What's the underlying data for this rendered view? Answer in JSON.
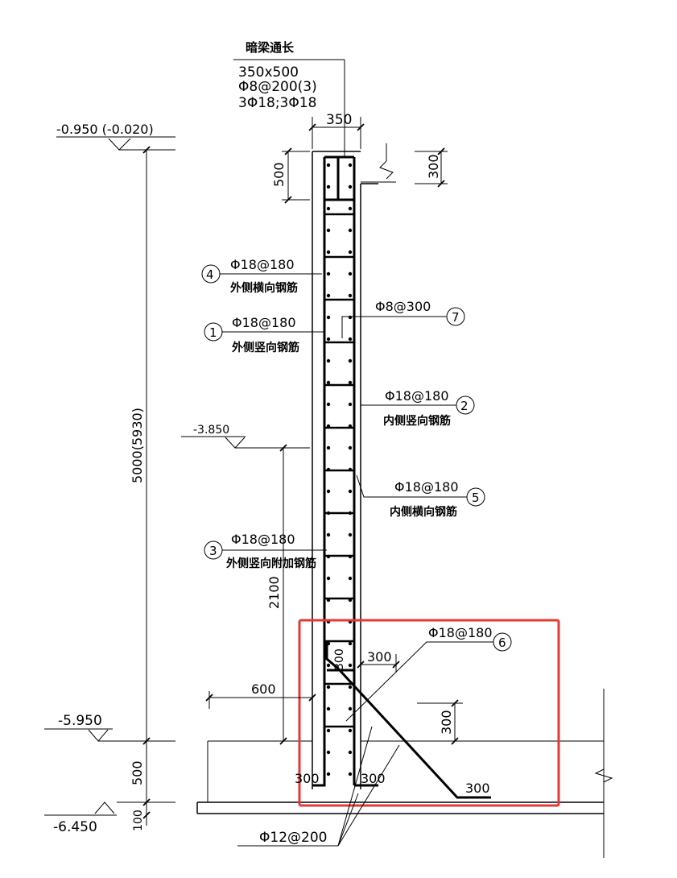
{
  "beam": {
    "title": "暗梁通长",
    "size": "350x500",
    "stirrup": "Φ8@200(3)",
    "bars": "3Φ18;3Φ18"
  },
  "dims": {
    "wall_thickness": "350",
    "beam_depth": "500",
    "slab_thickness": "300",
    "total_height": "5000(5930)",
    "h2100": "2100",
    "h600": "600",
    "base_500": "500",
    "base_100": "100",
    "d300_right": "300",
    "d300_rv": "300",
    "d300_inner": "300",
    "d300_footl": "300",
    "d300_footr": "300",
    "d300_end": "300"
  },
  "levels": {
    "top": "-0.950 (-0.020)",
    "mid": "-3.850",
    "floor": "-5.950",
    "bottom": "-6.450"
  },
  "rebars": [
    {
      "num": "4",
      "spec": "Φ18@180",
      "desc": "外侧横向钢筋"
    },
    {
      "num": "1",
      "spec": "Φ18@180",
      "desc": "外侧竖向钢筋"
    },
    {
      "num": "7",
      "spec": "Φ8@300",
      "desc": ""
    },
    {
      "num": "2",
      "spec": "Φ18@180",
      "desc": "内侧竖向钢筋"
    },
    {
      "num": "5",
      "spec": "Φ18@180",
      "desc": "内侧横向钢筋"
    },
    {
      "num": "3",
      "spec": "Φ18@180",
      "desc": "外侧竖向附加钢筋"
    },
    {
      "num": "6",
      "spec": "Φ18@180",
      "desc": ""
    }
  ],
  "slab_rebar": "Φ12@200",
  "colors": {
    "line": "#000000",
    "highlight": "#e53935"
  }
}
